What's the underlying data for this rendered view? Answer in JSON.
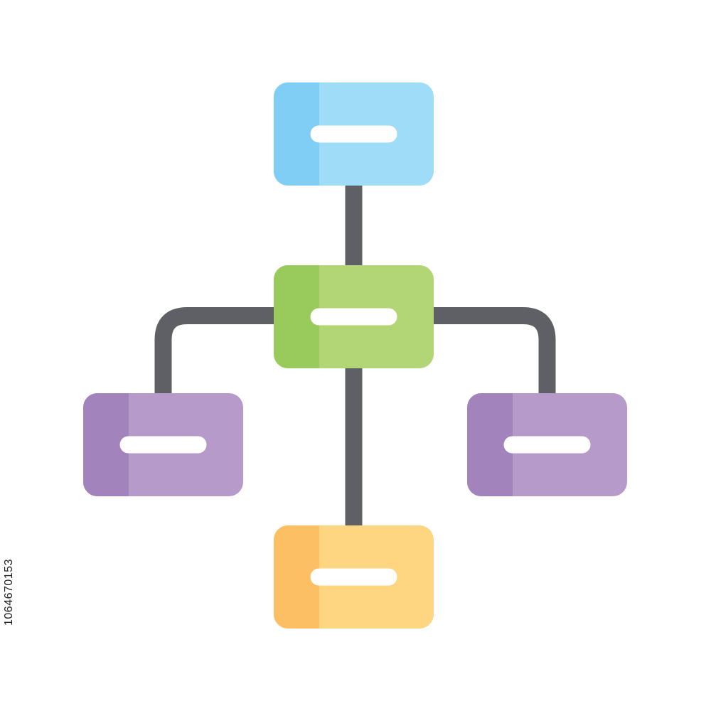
{
  "diagram": {
    "type": "hierarchy-icon",
    "colors": {
      "connector": "#5f6066",
      "bar": "#ffffff",
      "background": "#ffffff"
    },
    "nodes": [
      {
        "id": "top",
        "level": 1,
        "color_light": "#9edcf8",
        "color_dark": "#80cdf5"
      },
      {
        "id": "middle",
        "level": 2,
        "color_light": "#b2d676",
        "color_dark": "#98cb5c"
      },
      {
        "id": "left",
        "level": 3,
        "color_light": "#b69bca",
        "color_dark": "#a383bb"
      },
      {
        "id": "right",
        "level": 3,
        "color_light": "#b69bca",
        "color_dark": "#a383bb"
      },
      {
        "id": "bottom",
        "level": 3,
        "color_light": "#fed682",
        "color_dark": "#fdbf63"
      }
    ],
    "edges": [
      {
        "from": "top",
        "to": "middle"
      },
      {
        "from": "middle",
        "to": "left"
      },
      {
        "from": "middle",
        "to": "right"
      },
      {
        "from": "middle",
        "to": "bottom"
      }
    ]
  },
  "watermark": {
    "stock_id": "1064670153"
  }
}
